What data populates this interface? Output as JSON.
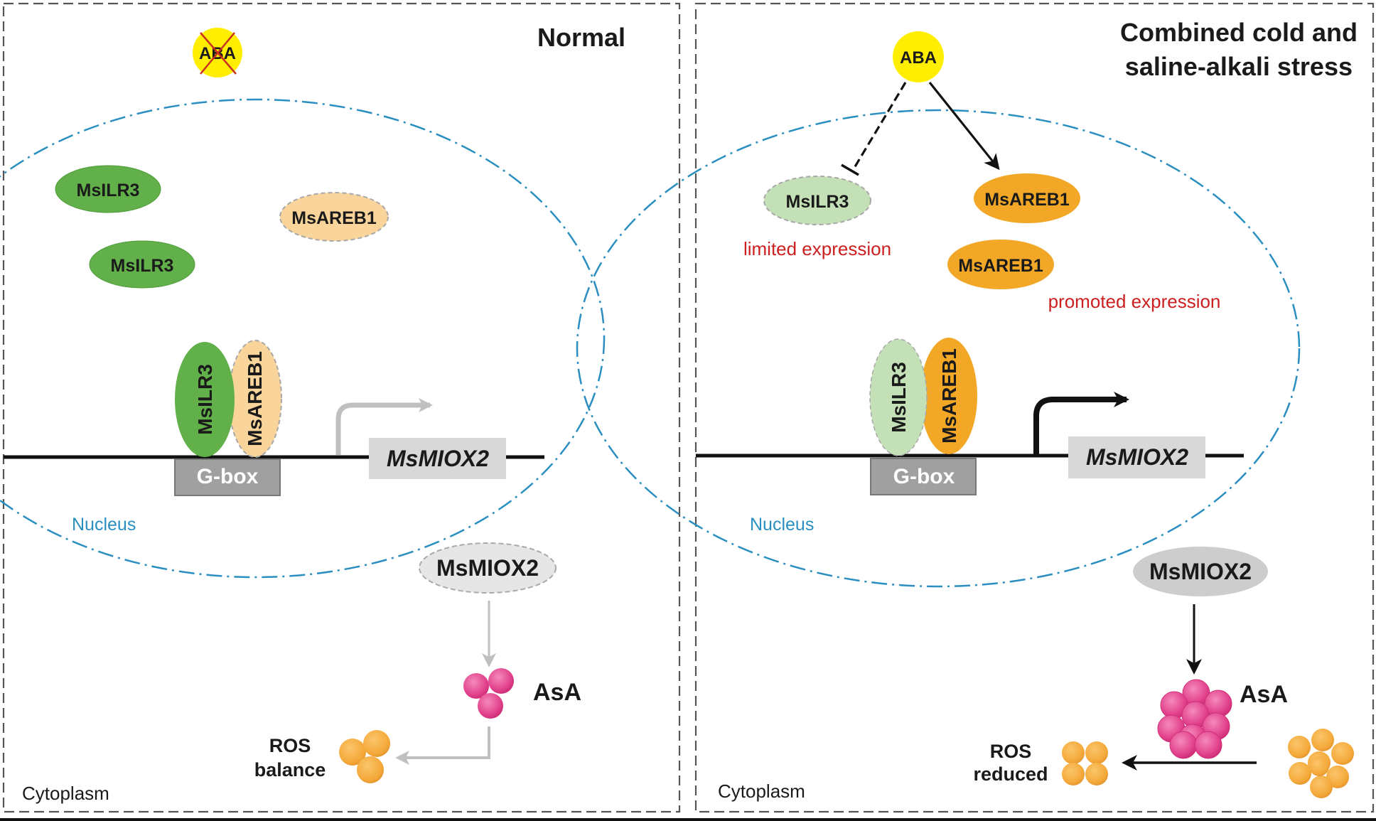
{
  "colors": {
    "nucleus_border": "#2a8fc0",
    "panel_border": "#555555",
    "ilr3_active": "#62b04a",
    "ilr3_limited": "#c3e0b6",
    "areb1_inactive": "#fad59b",
    "areb1_active": "#f2a826",
    "aba": "#ffee00",
    "aba_cross": "#c8321e",
    "gbox": "#a0a0a0",
    "gene_box": "#d8d8d8",
    "asa": "#e2428c",
    "ros": "#f4a93a",
    "annotation_red": "#cc1f1f",
    "inactive_arrow": "#c0c0c0",
    "active_arrow": "#111111"
  },
  "panels": [
    {
      "id": "normal",
      "title_lines": [
        "Normal"
      ],
      "aba_label": "ABA",
      "aba_state": "absent",
      "nucleus_label": "Nucleus",
      "cytoplasm_label": "Cytoplasm",
      "free_proteins": [
        {
          "label": "MsILR3",
          "state": "active"
        },
        {
          "label": "MsILR3",
          "state": "active"
        },
        {
          "label": "MsAREB1",
          "state": "low"
        }
      ],
      "bound_proteins": [
        {
          "label": "MsILR3",
          "state": "active"
        },
        {
          "label": "MsAREB1",
          "state": "low"
        }
      ],
      "promoter_label": "G-box",
      "gene_label": "MsMIOX2",
      "transcription": "weak",
      "protein_label": "MsMIOX2",
      "asa_label": "AsA",
      "asa_count": 3,
      "ros_label_lines": [
        "ROS",
        "balance"
      ],
      "ros_count": 3,
      "annotations": []
    },
    {
      "id": "stress",
      "title_lines": [
        "Combined cold and",
        "saline-alkali stress"
      ],
      "aba_label": "ABA",
      "aba_state": "present",
      "nucleus_label": "Nucleus",
      "cytoplasm_label": "Cytoplasm",
      "free_proteins": [
        {
          "label": "MsILR3",
          "state": "limited"
        },
        {
          "label": "MsAREB1",
          "state": "active"
        },
        {
          "label": "MsAREB1",
          "state": "active"
        }
      ],
      "bound_proteins": [
        {
          "label": "MsILR3",
          "state": "limited"
        },
        {
          "label": "MsAREB1",
          "state": "active"
        }
      ],
      "promoter_label": "G-box",
      "gene_label": "MsMIOX2",
      "transcription": "strong",
      "protein_label": "MsMIOX2",
      "asa_label": "AsA",
      "asa_count": 9,
      "ros_label_lines": [
        "ROS",
        "reduced"
      ],
      "ros_count_before": 8,
      "ros_count_after": 4,
      "annotations": [
        "limited expression",
        "promoted expression"
      ],
      "edges": [
        {
          "from": "ABA",
          "to": "MsILR3",
          "type": "inhibition",
          "style": "dashed"
        },
        {
          "from": "ABA",
          "to": "MsAREB1",
          "type": "activation",
          "style": "solid"
        }
      ]
    }
  ]
}
